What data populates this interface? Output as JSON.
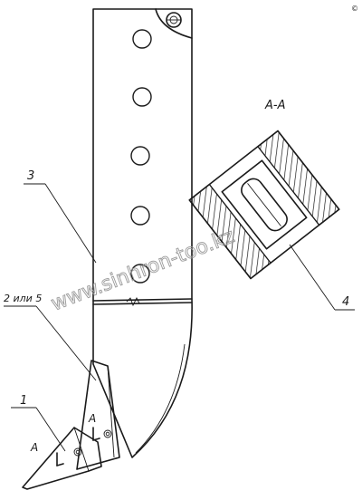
{
  "labels": {
    "section": "А-А",
    "part1": "1",
    "part_alt": "2 или 5",
    "part3": "3",
    "part4": "4",
    "mark_a_left": "А",
    "mark_a_right": "А"
  },
  "watermarks": {
    "main": "www.sinhron-too.kz",
    "corner": "©"
  },
  "holes": [
    0,
    1,
    2,
    3,
    4
  ]
}
